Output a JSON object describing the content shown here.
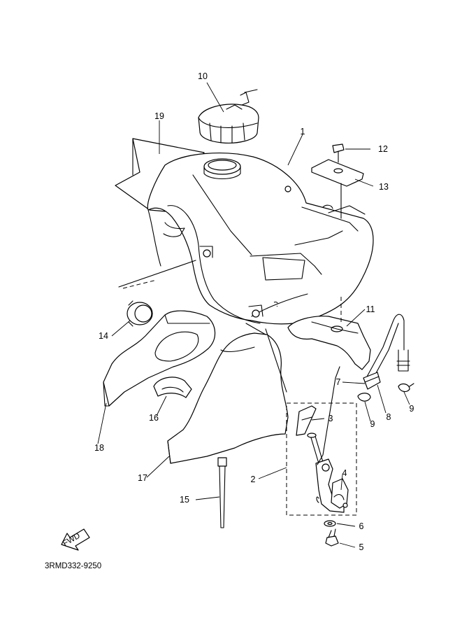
{
  "callouts": {
    "c1": "1",
    "c2": "2",
    "c3": "3",
    "c4": "4",
    "c5": "5",
    "c6": "6",
    "c7": "7",
    "c8": "8",
    "c9a": "9",
    "c9b": "9",
    "c10": "10",
    "c11": "11",
    "c12": "12",
    "c13": "13",
    "c14": "14",
    "c15": "15",
    "c16": "16",
    "c17": "17",
    "c18": "18",
    "c19": "19"
  },
  "fwd_label": "FWD",
  "diagram_code": "3RMD332-9250"
}
